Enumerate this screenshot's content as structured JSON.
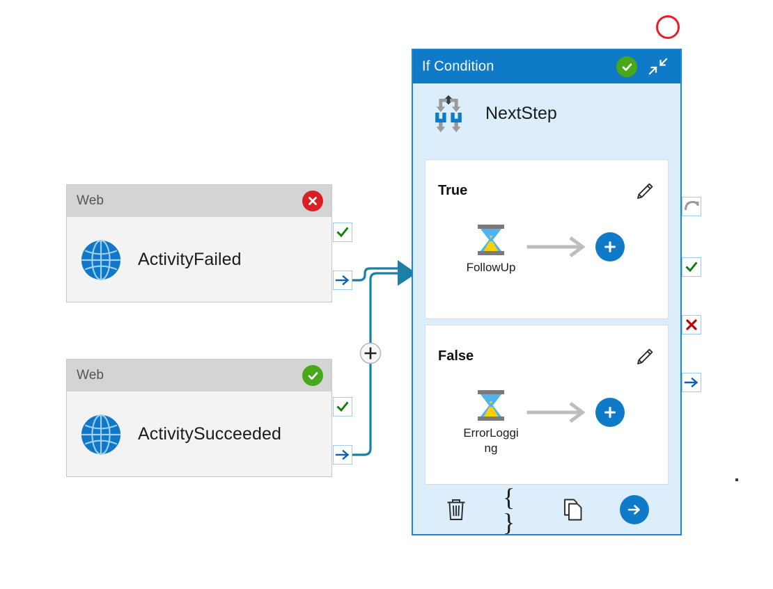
{
  "canvas": {
    "background": "#ffffff",
    "accent_blue": "#0f7ac8",
    "panel_fill": "#dcedfb",
    "link_color": "#1b7fa8",
    "success_green": "#49a71b",
    "error_red": "#d91f26",
    "marker_red": "#ef1b24"
  },
  "activities": [
    {
      "header_label": "Web",
      "status_badge": "error-badge",
      "status_icon": "cross-icon",
      "icon": "globe-icon",
      "name": "ActivityFailed",
      "handles": [
        {
          "icon": "green-check-icon",
          "name": "success-output-handle"
        },
        {
          "icon": "blue-arrow-icon",
          "name": "completion-output-handle"
        }
      ]
    },
    {
      "header_label": "Web",
      "status_badge": "success-badge",
      "status_icon": "check-icon",
      "icon": "globe-icon",
      "name": "ActivitySucceeded",
      "handles": [
        {
          "icon": "green-check-icon",
          "name": "success-output-handle"
        },
        {
          "icon": "blue-arrow-icon",
          "name": "completion-output-handle"
        }
      ]
    }
  ],
  "link": {
    "add_node_icon": "plus-icon",
    "arrowhead_icon": "arrowhead-icon"
  },
  "if_condition": {
    "title": "If Condition",
    "status_icon": "green-check-icon",
    "collapse_icon": "collapse-arrows-icon",
    "activity_icon": "if-condition-branch-icon",
    "activity_name": "NextStep",
    "branches": [
      {
        "label": "True",
        "edit_icon": "pencil-icon",
        "step_icon": "hourglass-icon",
        "step_name": "FollowUp",
        "arrow_icon": "long-arrow-icon",
        "add_icon": "plus-icon"
      },
      {
        "label": "False",
        "edit_icon": "pencil-icon",
        "step_icon": "hourglass-icon",
        "step_name": "ErrorLogging",
        "arrow_icon": "long-arrow-icon",
        "add_icon": "plus-icon"
      }
    ],
    "toolbar": [
      {
        "name": "delete-button",
        "icon": "trash-icon"
      },
      {
        "name": "code-button",
        "icon": "curly-braces-icon",
        "glyph": "{ }"
      },
      {
        "name": "duplicate-button",
        "icon": "copy-icon"
      },
      {
        "name": "run-button",
        "icon": "arrow-right-circle-icon"
      }
    ],
    "handles": [
      {
        "icon": "retry-arrow-icon",
        "name": "retry-output-handle"
      },
      {
        "icon": "green-check-icon",
        "name": "success-output-handle"
      },
      {
        "icon": "red-cross-icon",
        "name": "failure-output-handle"
      },
      {
        "icon": "blue-arrow-icon",
        "name": "completion-output-handle"
      }
    ]
  },
  "markers": {
    "top_right_circle": "red-circle-marker",
    "bottom_right_dot": "dot-marker"
  }
}
